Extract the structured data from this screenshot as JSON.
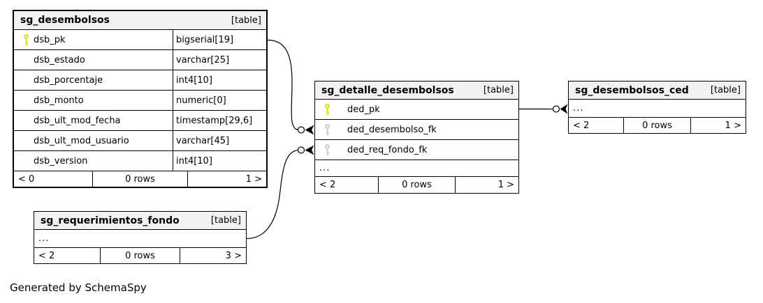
{
  "page": {
    "generated_by": "Generated by SchemaSpy"
  },
  "colors": {
    "primary_key": "#dede00",
    "foreign_key": "#cbcbcb",
    "header_bg": "#f2f2f2",
    "line": "#000000"
  },
  "tables": [
    {
      "name": "sg_desembolsos",
      "tag": "[table]",
      "columns": [
        {
          "name": "dsb_pk",
          "type": "bigserial[19]",
          "key": "primary"
        },
        {
          "name": "dsb_estado",
          "type": "varchar[25]",
          "key": ""
        },
        {
          "name": "dsb_porcentaje",
          "type": "int4[10]",
          "key": ""
        },
        {
          "name": "dsb_monto",
          "type": "numeric[0]",
          "key": ""
        },
        {
          "name": "dsb_ult_mod_fecha",
          "type": "timestamp[29,6]",
          "key": ""
        },
        {
          "name": "dsb_ult_mod_usuario",
          "type": "varchar[45]",
          "key": ""
        },
        {
          "name": "dsb_version",
          "type": "int4[10]",
          "key": ""
        }
      ],
      "pager": {
        "prev": "< 0",
        "rows": "0 rows",
        "next": "1 >"
      }
    },
    {
      "name": "sg_detalle_desembolsos",
      "tag": "[table]",
      "columns": [
        {
          "name": "ded_pk",
          "key": "primary"
        },
        {
          "name": "ded_desembolso_fk",
          "key": "foreign"
        },
        {
          "name": "ded_req_fondo_fk",
          "key": "foreign"
        }
      ],
      "ellipsis": "...",
      "pager": {
        "prev": "< 2",
        "rows": "0 rows",
        "next": "1 >"
      }
    },
    {
      "name": "sg_desembolsos_ced",
      "tag": "[table]",
      "ellipsis": "...",
      "pager": {
        "prev": "< 2",
        "rows": "0 rows",
        "next": "1 >"
      }
    },
    {
      "name": "sg_requerimientos_fondo",
      "tag": "[table]",
      "ellipsis": "...",
      "pager": {
        "prev": "< 2",
        "rows": "0 rows",
        "next": "3 >"
      }
    }
  ]
}
